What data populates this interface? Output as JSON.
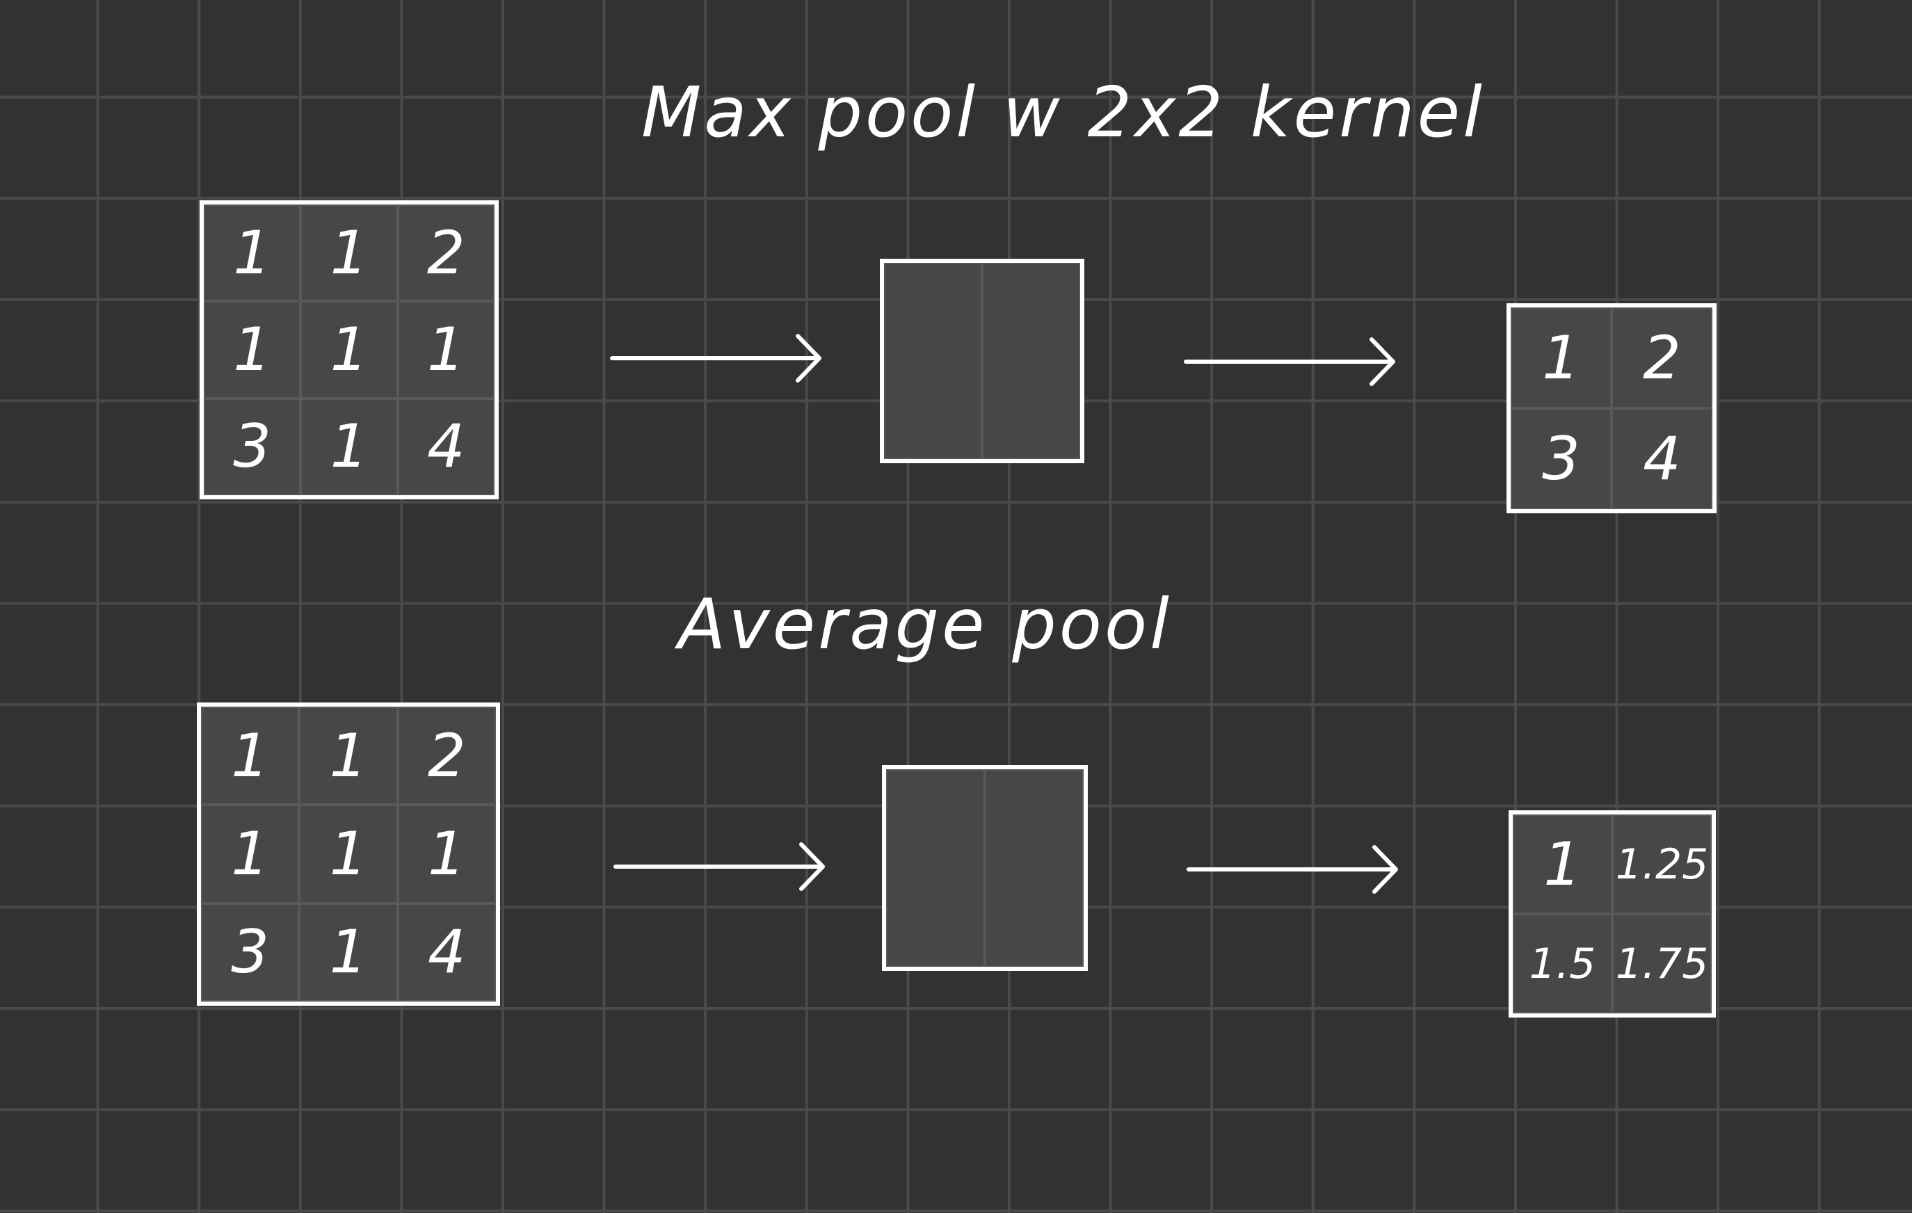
{
  "max_pool": {
    "title": "Max pool  w 2x2 kernel",
    "input": [
      [
        "1",
        "1",
        "2"
      ],
      [
        "1",
        "1",
        "1"
      ],
      [
        "3",
        "1",
        "4"
      ]
    ],
    "output": [
      [
        "1",
        "2"
      ],
      [
        "3",
        "4"
      ]
    ]
  },
  "average_pool": {
    "title": "Average  pool",
    "input": [
      [
        "1",
        "1",
        "2"
      ],
      [
        "1",
        "1",
        "1"
      ],
      [
        "3",
        "1",
        "4"
      ]
    ],
    "output": [
      [
        "1",
        "1.25"
      ],
      [
        "1.5",
        "1.75"
      ]
    ]
  },
  "colors": {
    "background": "#323232",
    "grid_line": "#4a4a4a",
    "box_fill": "#474747",
    "stroke": "#ffffff"
  }
}
